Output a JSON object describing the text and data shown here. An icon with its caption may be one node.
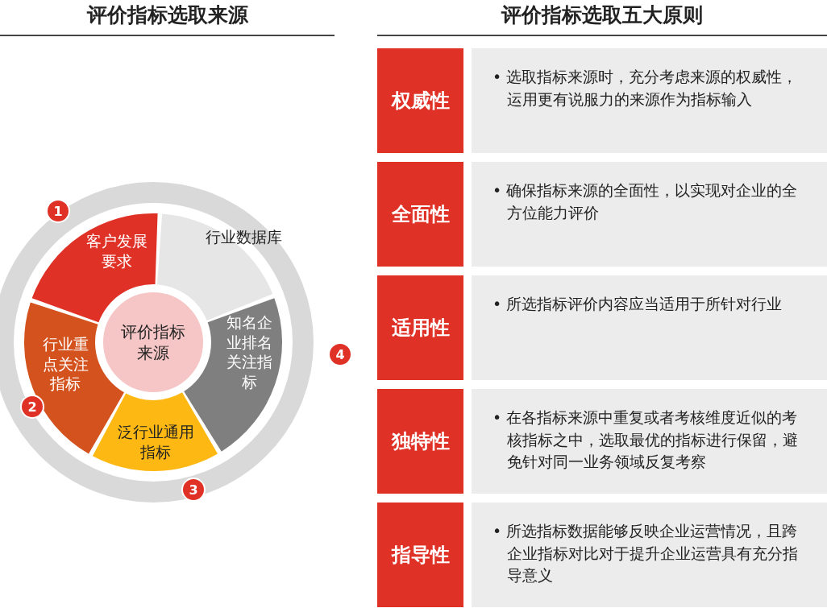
{
  "diagram": {
    "nodes": [
      {
        "text": [
          "评价指标来源"
        ]
      },
      {
        "text": [
          "客户发展要求"
        ]
      },
      {
        "text": [
          "行业数据库"
        ]
      },
      {
        "text": [
          "知名企业排名关注指标"
        ]
      },
      {
        "text": [
          "泛行业通用指标"
        ]
      },
      {
        "text": [
          "行业重点关注指标"
        ]
      },
      {
        "text": [
          "权威性"
        ]
      },
      {
        "text": [
          "• 选取指标来源时，充分考虑来源的权威性，运用更有说服力的来源作为指标输入"
        ]
      },
      {
        "text": [
          "全面性"
        ]
      },
      {
        "text": [
          "• 确保指标来源的全面性，以实现对企业的全方位能力评价"
        ]
      },
      {
        "text": [
          "适用性"
        ]
      },
      {
        "text": [
          "• 所选指标评价内容应当适用于所针对行业"
        ]
      },
      {
        "text": [
          "独特性"
        ]
      },
      {
        "text": [
          "• 在各指标来源中重复或者考核维度近似的考核指标之中，选取最优的指标进行保留，避免针对同一业务领域反复考察"
        ]
      },
      {
        "text": [
          "指导性"
        ]
      },
      {
        "text": [
          "• 所选指标数据能够反映企业运营情况，且跨企业指标对比对于提升企业运营具有充分指导意义"
        ]
      }
    ],
    "labels": [
      "评价指标选取来源",
      "评价指标选取五大原则",
      "1",
      "4",
      "2",
      "3"
    ]
  }
}
